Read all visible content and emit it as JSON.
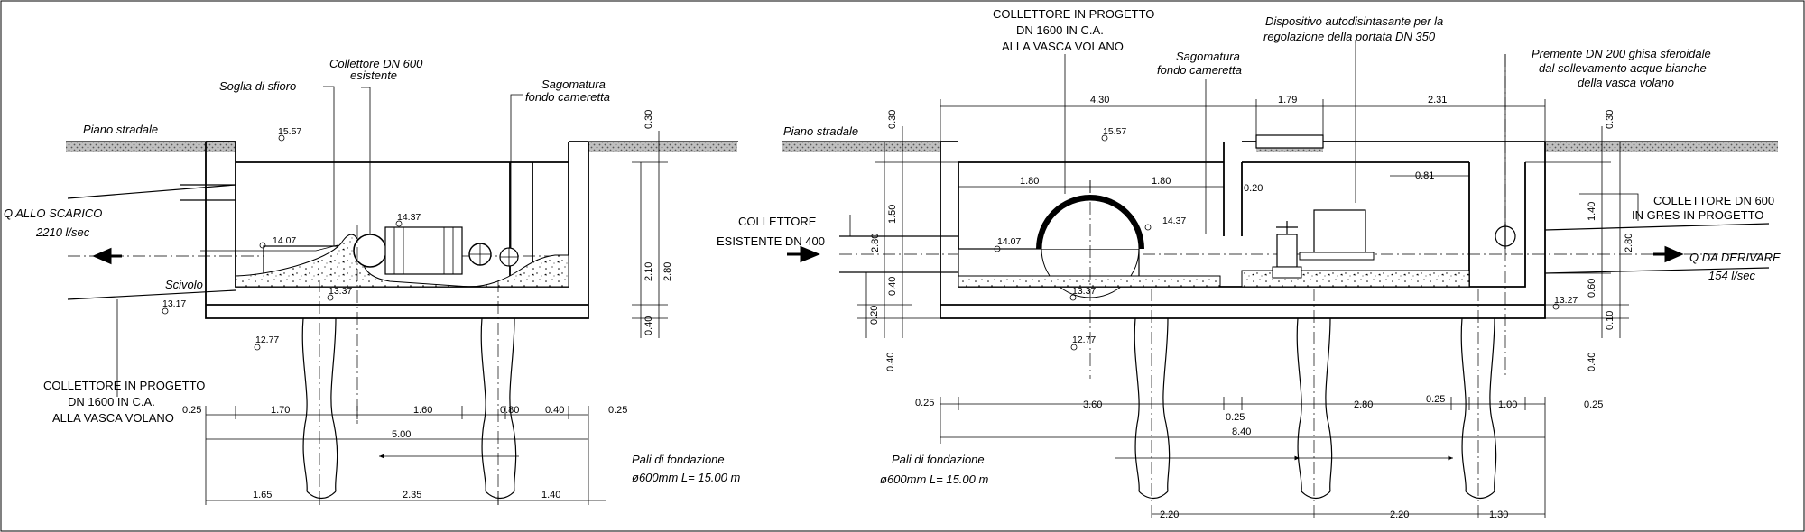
{
  "left_section": {
    "piano_stradale": "Piano stradale",
    "soglia": "Soglia di sfioro",
    "collettore_600_l1": "Collettore DN 600",
    "collettore_600_l2": "esistente",
    "sagomatura_l1": "Sagomatura",
    "sagomatura_l2": "fondo cameretta",
    "scarico_l1": "Q ALLO SCARICO",
    "scarico_l2": "2210 l/sec",
    "scivolo": "Scivolo",
    "progetto_l1": "COLLETTORE IN PROGETTO",
    "progetto_l2": "DN 1600 IN C.A.",
    "progetto_l3": "ALLA VASCA VOLANO",
    "pali_l1": "Pali di fondazione",
    "pali_l2": "ø600mm L= 15.00 m",
    "elev_1557": "15.57",
    "elev_1407": "14.07",
    "elev_1437": "14.37",
    "elev_1337": "13.37",
    "elev_1317": "13.17",
    "elev_1277": "12.77",
    "dim_030": "0.30",
    "dim_210": "2.10",
    "dim_280": "2.80",
    "dim_040": "0.40",
    "dim_025a": "0.25",
    "dim_170": "1.70",
    "dim_160": "1.60",
    "dim_080": "0.80",
    "dim_040b": "0.40",
    "dim_025b": "0.25",
    "dim_500": "5.00",
    "dim_165": "1.65",
    "dim_235": "2.35",
    "dim_140": "1.40"
  },
  "right_section": {
    "progetto_l1": "COLLETTORE IN PROGETTO",
    "progetto_l2": "DN 1600 IN C.A.",
    "progetto_l3": "ALLA VASCA VOLANO",
    "dispositivo_l1": "Dispositivo autodisintasante per la",
    "dispositivo_l2": "regolazione della portata DN 350",
    "premente_l1": "Premente DN 200 ghisa sferoidale",
    "premente_l2": "dal sollevamento acque bianche",
    "premente_l3": "della vasca volano",
    "sagomatura_l1": "Sagomatura",
    "sagomatura_l2": "fondo cameretta",
    "piano_stradale": "Piano stradale",
    "collettore_400_l1": "COLLETTORE",
    "collettore_400_l2": "ESISTENTE DN 400",
    "collettore_gres_l1": "COLLETTORE DN 600",
    "collettore_gres_l2": "IN GRES IN PROGETTO",
    "derivare_l1": "Q DA DERIVARE",
    "derivare_l2": "154 l/sec",
    "pali_l1": "Pali di fondazione",
    "pali_l2": "ø600mm L= 15.00 m",
    "elev_1557": "15.57",
    "elev_1407": "14.07",
    "elev_1437": "14.37",
    "elev_1337": "13.37",
    "elev_1327": "13.27",
    "elev_1277": "12.77",
    "dim_430": "4.30",
    "dim_179": "1.79",
    "dim_231": "2.31",
    "dim_180a": "1.80",
    "dim_180b": "1.80",
    "dim_020": "0.20",
    "dim_081": "0.81",
    "dim_030": "0.30",
    "dim_150": "1.50",
    "dim_280": "2.80",
    "dim_040": "0.40",
    "dim_020b": "0.20",
    "dim_040c": "0.40",
    "dim_030r": "0.30",
    "dim_140": "1.40",
    "dim_280r": "2.80",
    "dim_060": "0.60",
    "dim_010": "0.10",
    "dim_040r": "0.40",
    "dim_025a": "0.25",
    "dim_360": "3.60",
    "dim_025b": "0.25",
    "dim_280h": "2.80",
    "dim_025c": "0.25",
    "dim_100": "1.00",
    "dim_025d": "0.25",
    "dim_840": "8.40",
    "dim_220a": "2.20",
    "dim_220b": "2.20",
    "dim_130": "1.30"
  }
}
